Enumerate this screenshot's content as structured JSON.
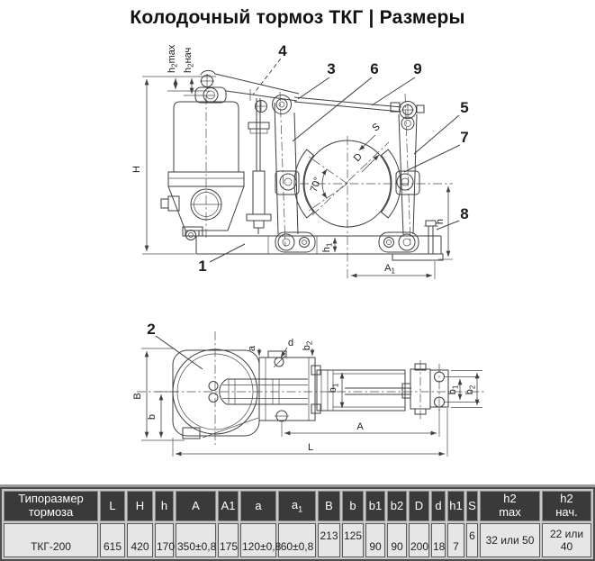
{
  "title": "Колодочный тормоз ТКГ | Размеры",
  "drawing": {
    "callouts": {
      "c1": "1",
      "c2": "2",
      "c3": "3",
      "c4": "4",
      "c5": "5",
      "c6": "6",
      "c7": "7",
      "c8": "8",
      "c9": "9"
    },
    "labels": {
      "H": "H",
      "h": "h",
      "B": "B",
      "b": "b",
      "a": "a",
      "d": "d",
      "D": "D",
      "S": "S",
      "A": "A",
      "L": "L",
      "angle": "70°",
      "h1": {
        "base": "h",
        "sub": "1"
      },
      "A1": {
        "base": "A",
        "sub": "1"
      },
      "b1": {
        "base": "b",
        "sub": "1"
      },
      "b2": {
        "base": "b",
        "sub": "2"
      },
      "h2max": {
        "base": "h",
        "sub": "2",
        "rest": "max"
      },
      "h2nach": {
        "base": "h",
        "sub": "2",
        "rest": "нач"
      }
    }
  },
  "table": {
    "headers": [
      {
        "t": "Типоразмер",
        "t2": "тормоза"
      },
      {
        "t": "L"
      },
      {
        "t": "H"
      },
      {
        "t": "h"
      },
      {
        "t": "A"
      },
      {
        "t": "A1"
      },
      {
        "t": "a"
      },
      {
        "t": "a",
        "sub": "1"
      },
      {
        "t": "B"
      },
      {
        "t": "b"
      },
      {
        "t": "b1"
      },
      {
        "t": "b2"
      },
      {
        "t": "D"
      },
      {
        "t": "d"
      },
      {
        "t": "h1"
      },
      {
        "t": "S"
      },
      {
        "t": "h2",
        "t2": "max"
      },
      {
        "t": "h2",
        "t2": "нач."
      }
    ],
    "row": [
      "ТКГ-200",
      "615",
      "420",
      "170",
      "350±0,8",
      "175",
      "120±0,8",
      "60±0,8",
      "213",
      "125",
      "90",
      "90",
      "200",
      "18",
      "7",
      "6",
      "32 или 50",
      "22 или 40"
    ]
  }
}
